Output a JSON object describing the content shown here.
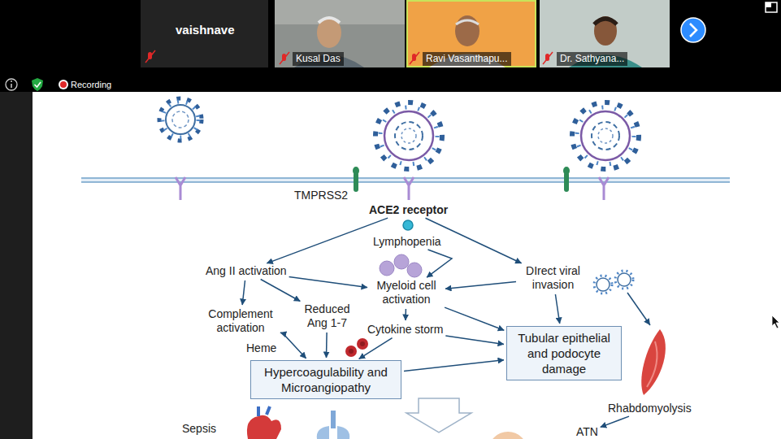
{
  "diagram": {
    "nodes": [
      {
        "text": [
          "ACE2 receptor"
        ]
      },
      {
        "text": [
          "Lymphopenia"
        ]
      },
      {
        "text": [
          "Ang II activation"
        ]
      },
      {
        "text": [
          "Myeloid cell activation"
        ]
      },
      {
        "text": [
          "DIrect viral invasion"
        ]
      },
      {
        "text": [
          "Complement activation"
        ]
      },
      {
        "text": [
          "Reduced Ang 1-7"
        ]
      },
      {
        "text": [
          "Cytokine storm"
        ]
      },
      {
        "text": [
          "Tubular epithelial and podocyte damage"
        ]
      },
      {
        "text": [
          "Hypercoagulability and Microangiopathy"
        ]
      },
      {
        "text": [
          "Rhabdomyolysis"
        ]
      },
      {
        "text": [
          "ATN"
        ]
      }
    ],
    "edges": [
      {
        "from": 0,
        "to": 2,
        "arrow": "to"
      },
      {
        "from": 0,
        "to": 4,
        "arrow": "to"
      },
      {
        "from": 1,
        "to": 3,
        "arrow": "to"
      },
      {
        "from": 2,
        "to": 3,
        "arrow": "to"
      },
      {
        "from": 4,
        "to": 3,
        "arrow": "to"
      },
      {
        "from": 2,
        "to": 5,
        "arrow": "to"
      },
      {
        "from": 2,
        "to": 6,
        "arrow": "to"
      },
      {
        "from": 5,
        "to": 9,
        "arrow": "both"
      },
      {
        "from": 6,
        "to": 9,
        "arrow": "to"
      },
      {
        "from": 3,
        "to": 7,
        "arrow": "to"
      },
      {
        "from": 7,
        "to": 9,
        "arrow": "to"
      },
      {
        "from": 7,
        "to": 8,
        "arrow": "to"
      },
      {
        "from": 3,
        "to": 8,
        "arrow": "to"
      },
      {
        "from": 4,
        "to": 8,
        "arrow": "to"
      },
      {
        "from": 9,
        "to": 8,
        "arrow": "to"
      },
      {
        "from": 10,
        "to": 11,
        "arrow": "to"
      }
    ],
    "labels": [
      "vaishnave",
      "Kusal Das",
      "Ravi Vasanthapu...",
      "Dr. Sathyana...",
      "Recording",
      "TMPRSS2",
      "Heme",
      "Sepsis"
    ]
  }
}
